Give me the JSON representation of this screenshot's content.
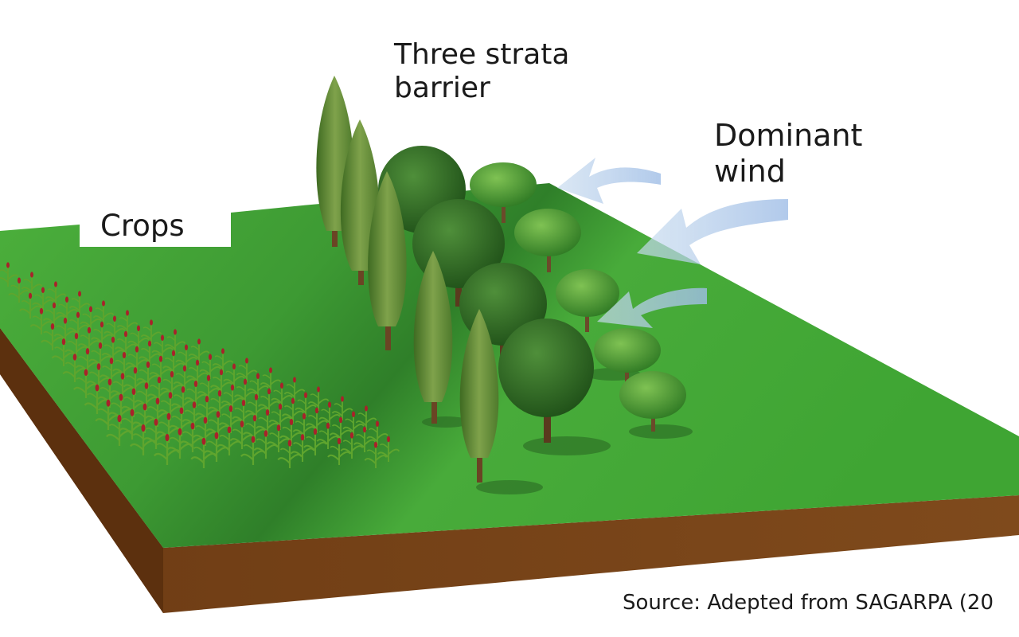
{
  "labels": {
    "barrier_line1": "Three strata",
    "barrier_line2": "barrier",
    "wind_line1": "Dominant",
    "wind_line2": "wind",
    "crops": "Crops",
    "source": "Source: Adepted from SAGARPA (20"
  },
  "colors": {
    "field_green": "#45a83a",
    "soil_brown": "#7a4418",
    "crop_leaf": "#5fa52e",
    "crop_flower": "#a8222a",
    "tall_tree": "#5f8a36",
    "round_tree": "#2f6f24",
    "shrub": "#4f9a33",
    "wind_arrow": "#a9c4e6"
  },
  "icons": [
    "cypress-tree-icon",
    "broadleaf-tree-icon",
    "shrub-icon",
    "crop-plant-icon",
    "wind-arrow-icon"
  ]
}
